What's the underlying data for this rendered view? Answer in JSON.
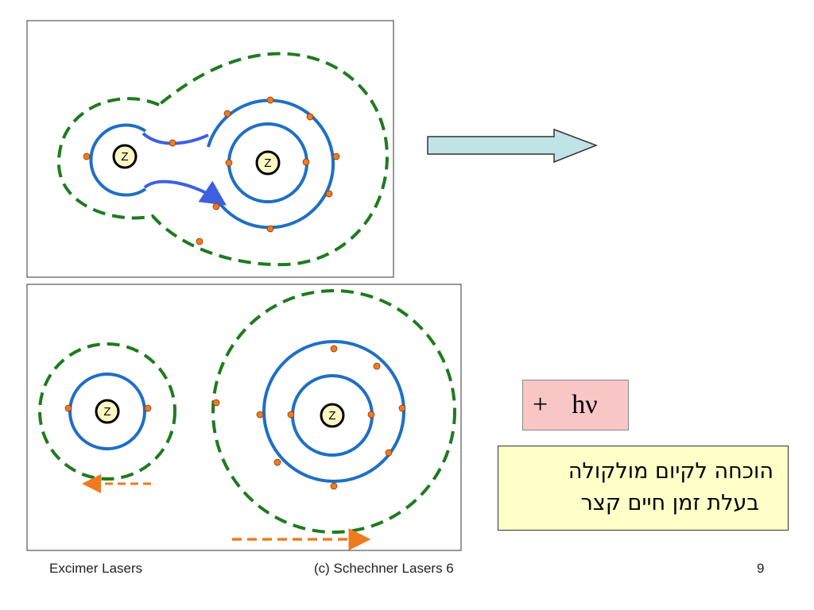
{
  "atom_label": "Z",
  "photon": {
    "plus": "+",
    "symbol": "hν"
  },
  "caption": {
    "line1": "הוכחה לקיום מולקולה",
    "line2": "בעלת זמן חיים קצר"
  },
  "footer": {
    "left": "Excimer Lasers",
    "center": "(c) Schechner  Lasers 6",
    "page": "9"
  },
  "colors": {
    "orbit": "#1f6fc4",
    "electron_cloud": "#1f7a1f",
    "electron": "#f07a20",
    "bond": "#3f5fe0",
    "arrow_fill": "#bfe3e6",
    "motion_arrow": "#f07a20",
    "nucleus_fill": "#fdf7c4"
  }
}
